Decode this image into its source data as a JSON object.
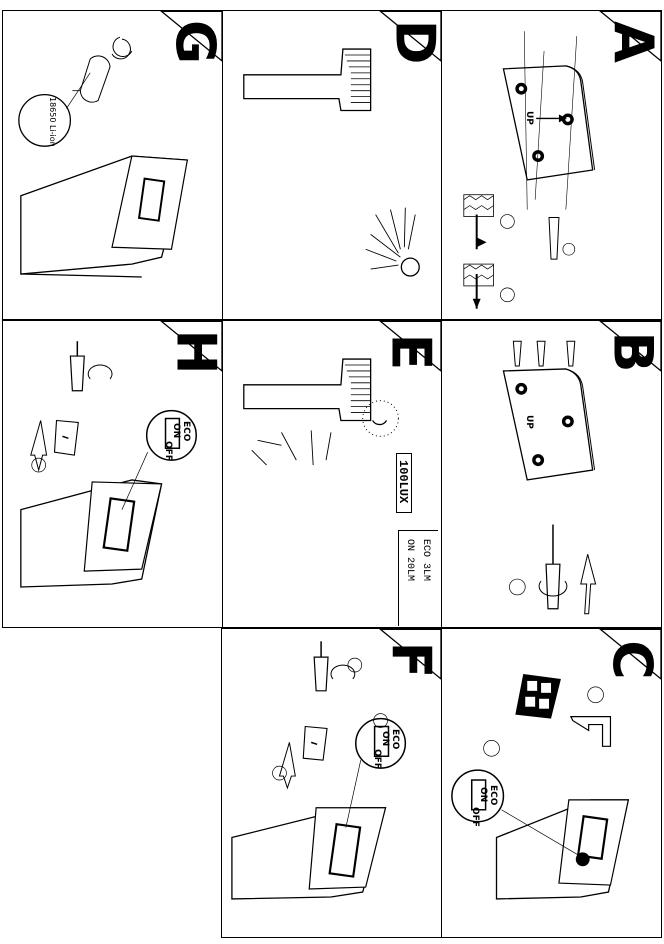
{
  "steps": {
    "A": "A",
    "B": "B",
    "C": "C",
    "D": "D",
    "E": "E",
    "F": "F",
    "G": "G",
    "H": "H"
  },
  "labels": {
    "up": "UP",
    "lux": "100LUX",
    "eco_line": "ECO  3LM",
    "on_line": "ON  20LM",
    "battery": "18650 Li-ion",
    "switch_eco": "ECO",
    "switch_on": "ON",
    "switch_off": "OFF"
  },
  "icons": [
    "check-icon",
    "rotate-arrow-icon",
    "sun-rays-icon",
    "moon-icon",
    "screwdriver-icon",
    "screw-icon",
    "drill-icon",
    "wall-plug-icon"
  ]
}
